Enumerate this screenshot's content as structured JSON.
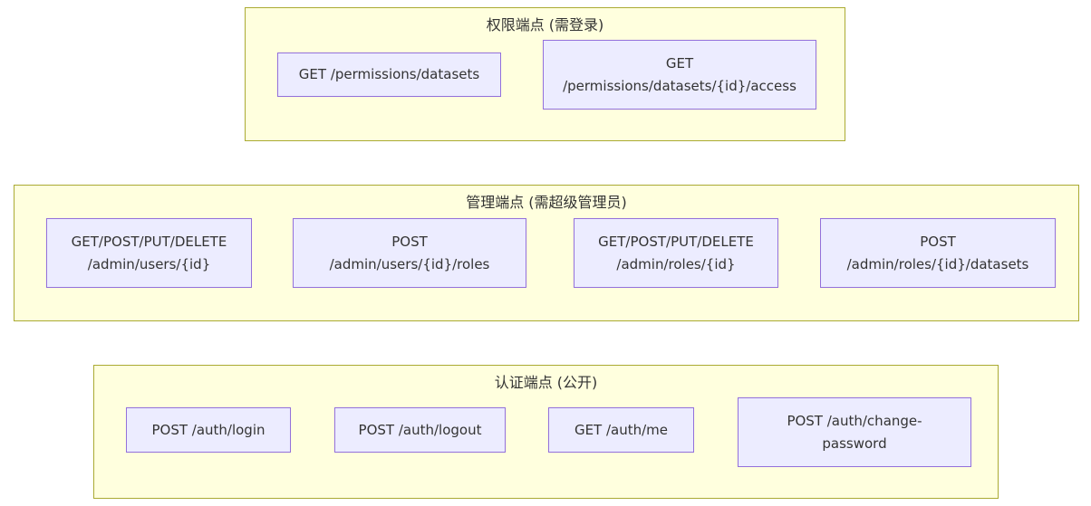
{
  "diagram": {
    "type": "endpoint-grouping-diagram",
    "colors": {
      "background": "#ffffff",
      "group_fill": "#ffffde",
      "group_border": "#aaaa33",
      "node_fill": "#ececff",
      "node_border": "#9370db",
      "text": "#333333"
    },
    "groups": [
      {
        "id": "permissions",
        "title": "权限端点 (需登录)",
        "nodes": [
          {
            "line1": "GET /permissions/datasets"
          },
          {
            "line1": "GET",
            "line2": "/permissions/datasets/{id}/access"
          }
        ]
      },
      {
        "id": "admin",
        "title": "管理端点 (需超级管理员)",
        "nodes": [
          {
            "line1": "GET/POST/PUT/DELETE",
            "line2": "/admin/users/{id}"
          },
          {
            "line1": "POST",
            "line2": "/admin/users/{id}/roles"
          },
          {
            "line1": "GET/POST/PUT/DELETE",
            "line2": "/admin/roles/{id}"
          },
          {
            "line1": "POST",
            "line2": "/admin/roles/{id}/datasets"
          }
        ]
      },
      {
        "id": "auth",
        "title": "认证端点 (公开)",
        "nodes": [
          {
            "line1": "POST /auth/login"
          },
          {
            "line1": "POST /auth/logout"
          },
          {
            "line1": "GET /auth/me"
          },
          {
            "line1": "POST /auth/change-",
            "line2": "password"
          }
        ]
      }
    ]
  }
}
